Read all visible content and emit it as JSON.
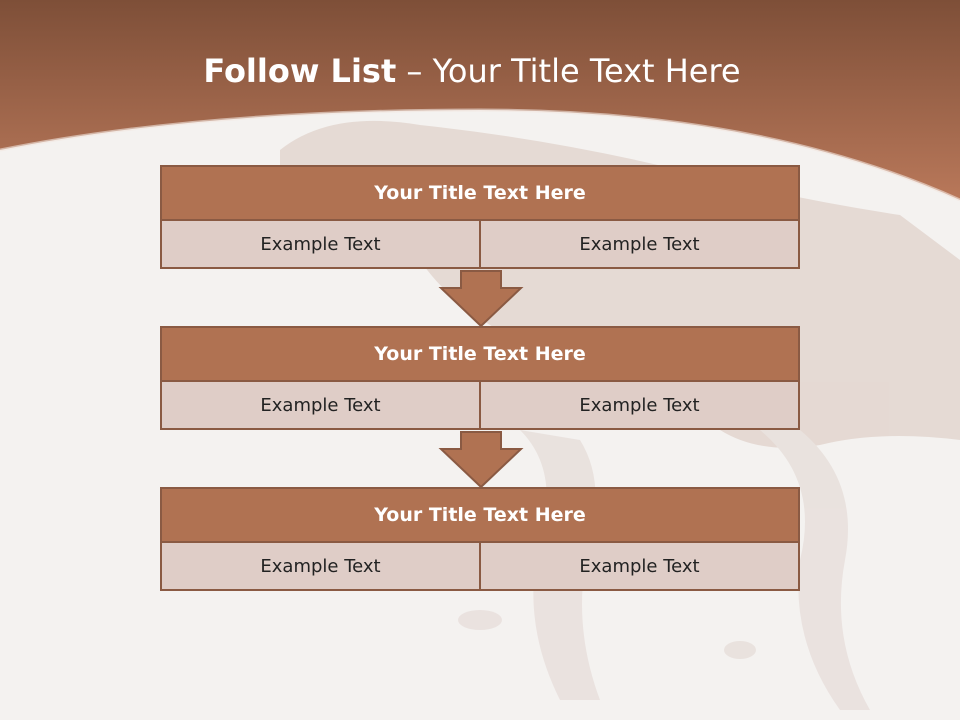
{
  "slide": {
    "title_bold": "Follow List",
    "title_rest": " – Your Title Text Here"
  },
  "steps": [
    {
      "title": "Your Title Text Here",
      "left": "Example Text",
      "right": "Example Text"
    },
    {
      "title": "Your Title Text Here",
      "left": "Example Text",
      "right": "Example Text"
    },
    {
      "title": "Your Title Text Here",
      "left": "Example Text",
      "right": "Example Text"
    }
  ],
  "colors": {
    "header_band": "#b07252",
    "block_head": "#b07252",
    "block_cell": "#dfcdc7",
    "border": "#8a5a43"
  }
}
